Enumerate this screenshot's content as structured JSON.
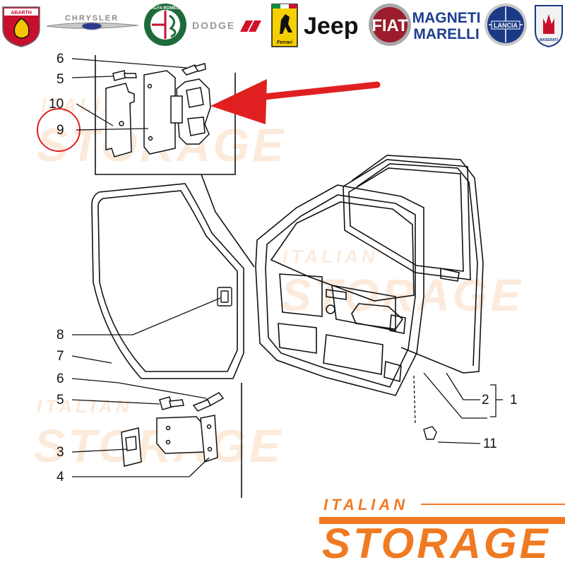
{
  "brands": {
    "abarth": "ABARTH",
    "chrysler": "CHRYSLER",
    "alfa_romeo": "ALFA ROMEO",
    "dodge": "DODGE",
    "ferrari": "Ferrari",
    "jeep": "Jeep",
    "fiat": "FIAT",
    "magneti_marelli_line1": "MAGNETI",
    "magneti_marelli_line2": "MARELLI",
    "lancia": "LANCIA",
    "maserati": "MASERATI"
  },
  "watermark": {
    "line1": "ITALIAN",
    "line2": "STORAGE"
  },
  "logo": {
    "line1": "ITALIAN",
    "line2": "STORAGE"
  },
  "callouts": {
    "top_6": "6",
    "top_5": "5",
    "top_10": "10",
    "top_9": "9",
    "mid_8": "8",
    "mid_7": "7",
    "bot_6": "6",
    "bot_5": "5",
    "bot_3": "3",
    "bot_4": "4",
    "right_2": "2",
    "right_1": "1",
    "right_11": "11"
  },
  "colors": {
    "accent_orange": "#f07a22",
    "watermark_orange": "#fbd9bd",
    "highlight_red": "#e02020",
    "line_dark": "#111111"
  }
}
